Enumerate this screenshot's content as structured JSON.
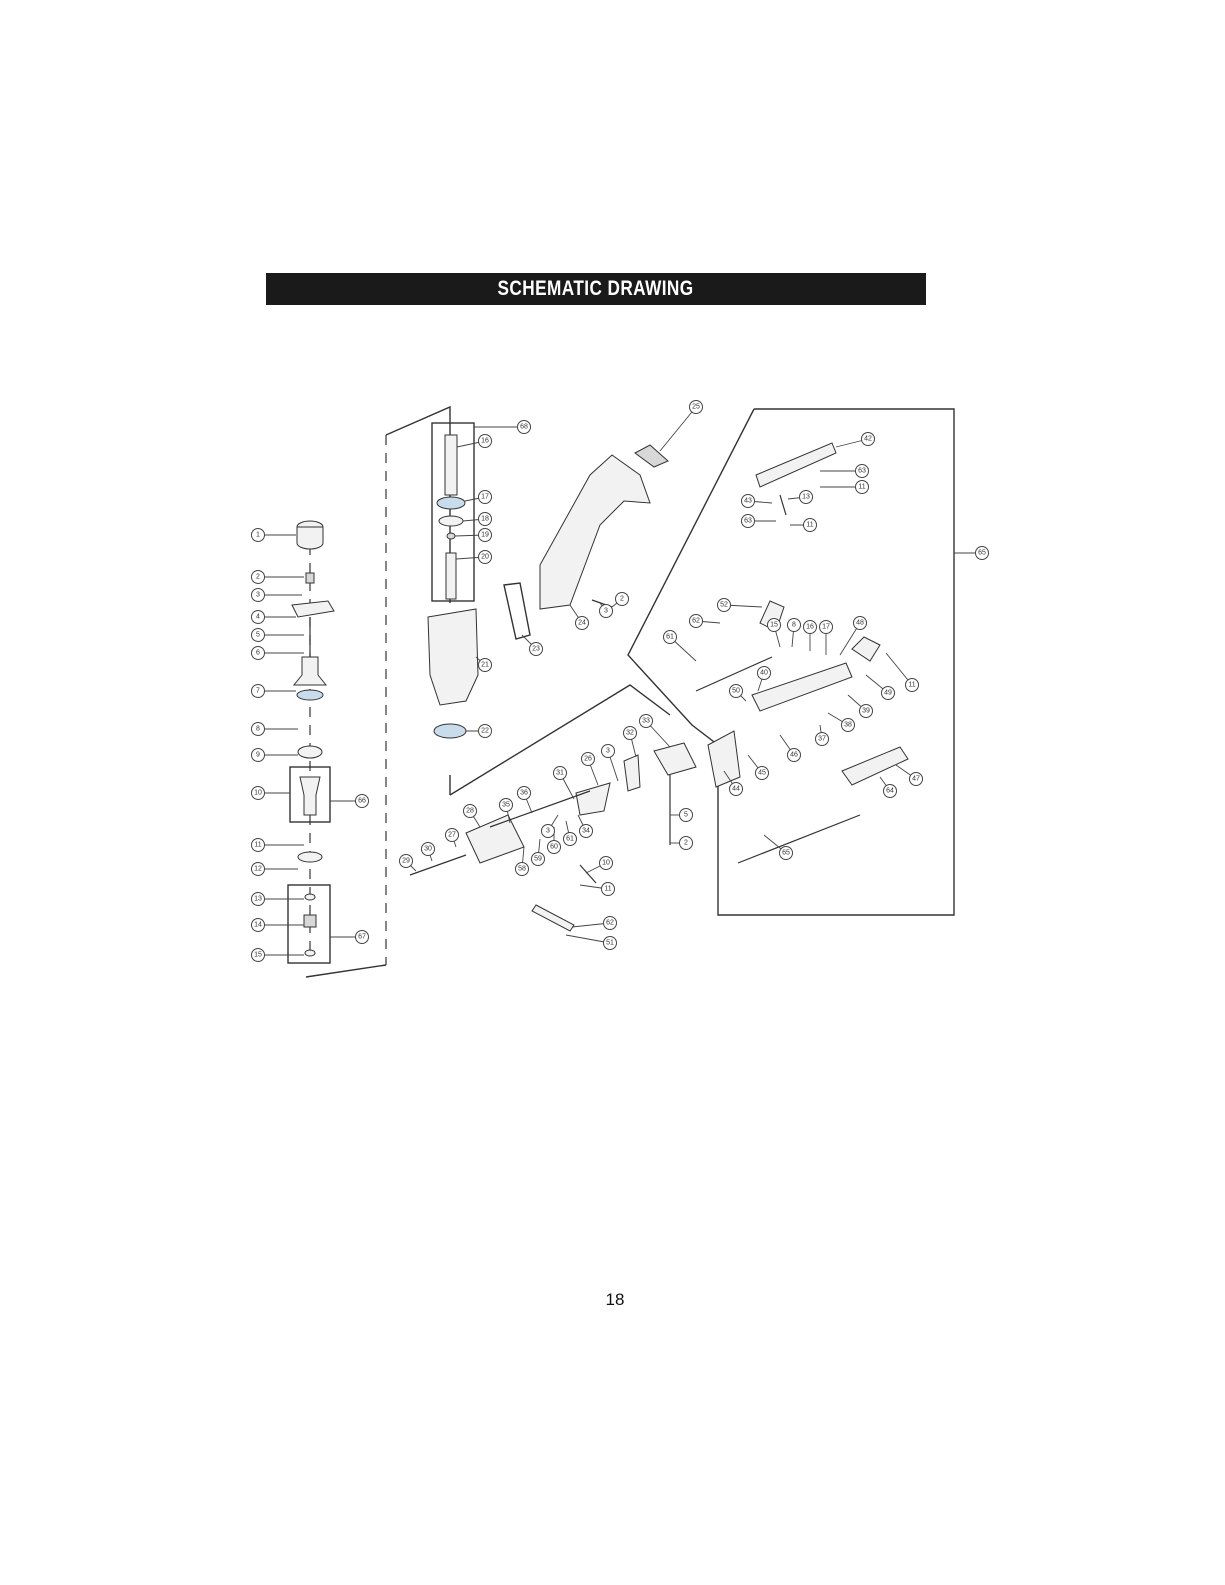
{
  "header": {
    "title": "SCHEMATIC DRAWING"
  },
  "footer": {
    "page_number": "18"
  },
  "drawing": {
    "callouts": [
      {
        "id": "c-a1",
        "label": "1"
      },
      {
        "id": "c-a2",
        "label": "2"
      },
      {
        "id": "c-a3",
        "label": "3"
      },
      {
        "id": "c-a4",
        "label": "4"
      },
      {
        "id": "c-a5",
        "label": "5"
      },
      {
        "id": "c-a6",
        "label": "6"
      },
      {
        "id": "c-a7",
        "label": "7"
      },
      {
        "id": "c-a8",
        "label": "8"
      },
      {
        "id": "c-a9",
        "label": "9"
      },
      {
        "id": "c-a10",
        "label": "10"
      },
      {
        "id": "c-a11",
        "label": "11"
      },
      {
        "id": "c-a12",
        "label": "12"
      },
      {
        "id": "c-a13",
        "label": "13"
      },
      {
        "id": "c-a14",
        "label": "14"
      },
      {
        "id": "c-a15",
        "label": "15"
      },
      {
        "id": "c-a66",
        "label": "66"
      },
      {
        "id": "c-a67",
        "label": "67"
      },
      {
        "id": "c-b68",
        "label": "68"
      },
      {
        "id": "c-b16",
        "label": "16"
      },
      {
        "id": "c-b17",
        "label": "17"
      },
      {
        "id": "c-b18",
        "label": "18"
      },
      {
        "id": "c-b19",
        "label": "19"
      },
      {
        "id": "c-b20",
        "label": "20"
      },
      {
        "id": "c-b21",
        "label": "21"
      },
      {
        "id": "c-b22",
        "label": "22"
      },
      {
        "id": "c-b23",
        "label": "23"
      },
      {
        "id": "c-b24",
        "label": "24"
      },
      {
        "id": "c-b3",
        "label": "3"
      },
      {
        "id": "c-b25",
        "label": "25"
      },
      {
        "id": "c-b2",
        "label": "2"
      },
      {
        "id": "c-r42",
        "label": "42"
      },
      {
        "id": "c-r63",
        "label": "63"
      },
      {
        "id": "c-r11",
        "label": "11"
      },
      {
        "id": "c-r43",
        "label": "43"
      },
      {
        "id": "c-r13",
        "label": "13"
      },
      {
        "id": "c-r63b",
        "label": "63"
      },
      {
        "id": "c-r11b",
        "label": "11"
      },
      {
        "id": "c-r65",
        "label": "65"
      },
      {
        "id": "c-m52",
        "label": "52"
      },
      {
        "id": "c-m62",
        "label": "62"
      },
      {
        "id": "c-m61",
        "label": "61"
      },
      {
        "id": "c-m15",
        "label": "15"
      },
      {
        "id": "c-m8",
        "label": "8"
      },
      {
        "id": "c-m16",
        "label": "16"
      },
      {
        "id": "c-m17",
        "label": "17"
      },
      {
        "id": "c-m48",
        "label": "48"
      },
      {
        "id": "c-m40",
        "label": "40"
      },
      {
        "id": "c-m50",
        "label": "50"
      },
      {
        "id": "c-m49",
        "label": "49"
      },
      {
        "id": "c-m39",
        "label": "39"
      },
      {
        "id": "c-m11",
        "label": "11"
      },
      {
        "id": "c-m38",
        "label": "38"
      },
      {
        "id": "c-m37",
        "label": "37"
      },
      {
        "id": "c-m46",
        "label": "46"
      },
      {
        "id": "c-m45",
        "label": "45"
      },
      {
        "id": "c-m44",
        "label": "44"
      },
      {
        "id": "c-m47",
        "label": "47"
      },
      {
        "id": "c-m64",
        "label": "64"
      },
      {
        "id": "c-m65",
        "label": "65"
      },
      {
        "id": "c-n33",
        "label": "33"
      },
      {
        "id": "c-n32",
        "label": "32"
      },
      {
        "id": "c-n5",
        "label": "5"
      },
      {
        "id": "c-n2",
        "label": "2"
      },
      {
        "id": "c-n26",
        "label": "26"
      },
      {
        "id": "c-n3",
        "label": "3"
      },
      {
        "id": "c-n31",
        "label": "31"
      },
      {
        "id": "c-n28",
        "label": "28"
      },
      {
        "id": "c-n27",
        "label": "27"
      },
      {
        "id": "c-n29",
        "label": "29"
      },
      {
        "id": "c-n30",
        "label": "30"
      },
      {
        "id": "c-n35",
        "label": "35"
      },
      {
        "id": "c-n36",
        "label": "36"
      },
      {
        "id": "c-n34",
        "label": "34"
      },
      {
        "id": "c-n59",
        "label": "59"
      },
      {
        "id": "c-n60",
        "label": "60"
      },
      {
        "id": "c-n61",
        "label": "61"
      },
      {
        "id": "c-n58",
        "label": "58"
      },
      {
        "id": "c-n3b",
        "label": "3"
      },
      {
        "id": "c-n10",
        "label": "10"
      },
      {
        "id": "c-n11",
        "label": "11"
      },
      {
        "id": "c-n62",
        "label": "62"
      },
      {
        "id": "c-n51",
        "label": "51"
      }
    ]
  }
}
